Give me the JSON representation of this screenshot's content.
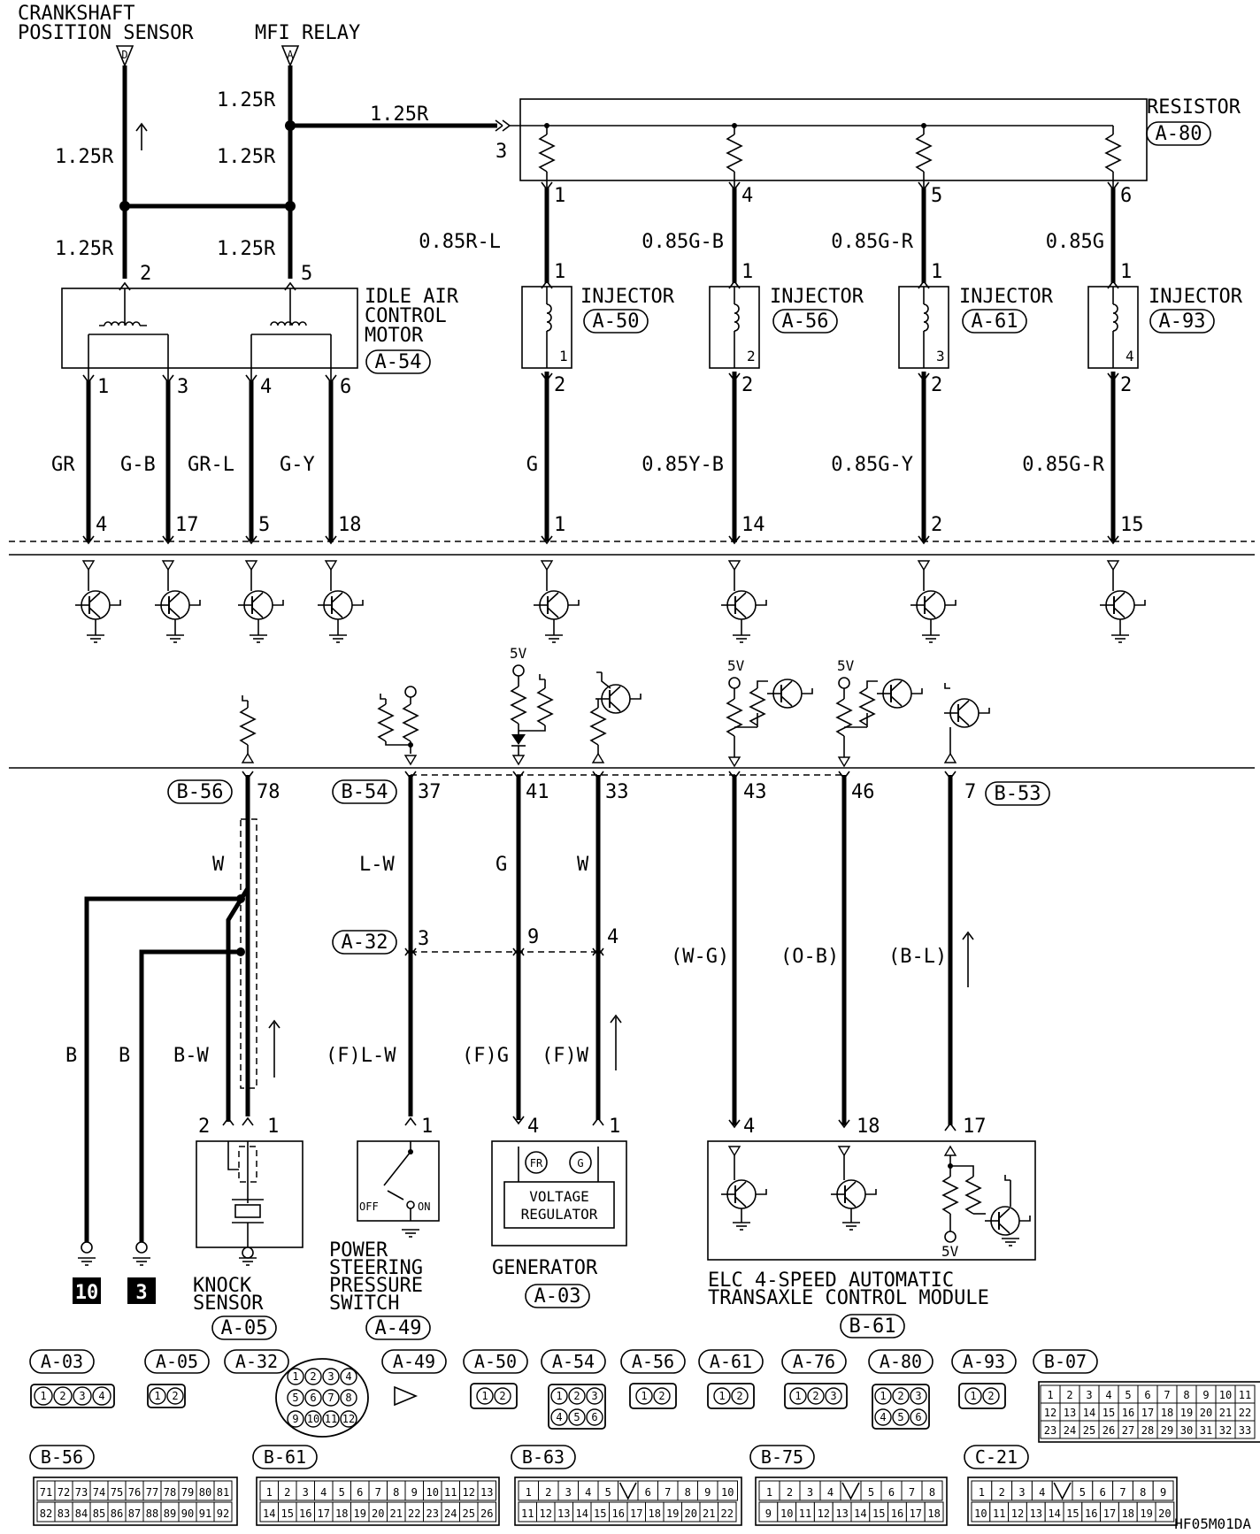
{
  "sources": {
    "crankshaft_line1": "CRANKSHAFT",
    "crankshaft_line2": "POSITION SENSOR",
    "crankshaft_pin": "D",
    "mfi_relay": "MFI RELAY",
    "mfi_pin": "A"
  },
  "top_wires": {
    "w_125r": "1.25R",
    "resistor_in_pin": "3"
  },
  "resistor": {
    "label": "RESISTOR",
    "code": "A-80",
    "pins": [
      "1",
      "4",
      "5",
      "6"
    ]
  },
  "injectors": [
    {
      "label": "INJECTOR",
      "code": "A-50",
      "wire_in": "0.85R-L",
      "num": "1",
      "wire_out": "G",
      "ecm_pin": "1"
    },
    {
      "label": "INJECTOR",
      "code": "A-56",
      "wire_in": "0.85G-B",
      "num": "2",
      "wire_out": "0.85Y-B",
      "ecm_pin": "14"
    },
    {
      "label": "INJECTOR",
      "code": "A-61",
      "wire_in": "0.85G-R",
      "num": "3",
      "wire_out": "0.85G-Y",
      "ecm_pin": "2"
    },
    {
      "label": "INJECTOR",
      "code": "A-93",
      "wire_in": "0.85G",
      "num": "4",
      "wire_out": "0.85G-R",
      "ecm_pin": "15"
    }
  ],
  "injector_pins": {
    "in": "1",
    "out": "2"
  },
  "iac": {
    "line1": "IDLE AIR",
    "line2": "CONTROL",
    "line3": "MOTOR",
    "code": "A-54",
    "top_pins": [
      "2",
      "5"
    ],
    "pins": [
      "1",
      "3",
      "4",
      "6"
    ],
    "wires": [
      "GR",
      "G-B",
      "GR-L",
      "G-Y"
    ],
    "ecm_pins": [
      "4",
      "17",
      "5",
      "18"
    ]
  },
  "lower": {
    "b56": "B-56",
    "b54": "B-54",
    "b53": "B-53",
    "a32": "A-32",
    "pins": [
      "78",
      "37",
      "41",
      "33",
      "43",
      "46",
      "7"
    ],
    "a32_pins": [
      "3",
      "9",
      "4"
    ],
    "wires_top": [
      "W",
      "L-W",
      "G",
      "W"
    ],
    "wires_mid": [
      "(W-G)",
      "(O-B)",
      "(B-L)"
    ],
    "wires_low": [
      "B",
      "B",
      "B-W",
      "(F)L-W",
      "(F)G",
      "(F)W"
    ],
    "v5": "5V"
  },
  "knock": {
    "line1": "KNOCK",
    "line2": "SENSOR",
    "code": "A-05",
    "pins": [
      "2",
      "1"
    ],
    "grounds": [
      "10",
      "3"
    ]
  },
  "pssw": {
    "line1": "POWER",
    "line2": "STEERING",
    "line3": "PRESSURE",
    "line4": "SWITCH",
    "code": "A-49",
    "pin": "1",
    "off": "OFF",
    "on": "ON"
  },
  "generator": {
    "label": "GENERATOR",
    "code": "A-03",
    "pins": [
      "4",
      "1"
    ],
    "fr": "FR",
    "g": "G",
    "vr1": "VOLTAGE",
    "vr2": "REGULATOR"
  },
  "tcm": {
    "line1": "ELC 4-SPEED AUTOMATIC",
    "line2": "TRANSAXLE CONTROL MODULE",
    "code": "B-61",
    "pins": [
      "4",
      "18",
      "17"
    ]
  },
  "connectors": [
    "A-03",
    "A-05",
    "A-32",
    "A-49",
    "A-50",
    "A-54",
    "A-56",
    "A-61",
    "A-76",
    "A-80",
    "A-93",
    "B-07",
    "B-56",
    "B-61",
    "B-63",
    "B-75",
    "C-21"
  ],
  "conn_pins": {
    "a03": [
      "1",
      "2",
      "3",
      "4"
    ],
    "two": [
      "1",
      "2"
    ],
    "three": [
      "1",
      "2",
      "3"
    ],
    "six": [
      "1",
      "2",
      "3",
      "4",
      "5",
      "6"
    ],
    "a32": [
      "1",
      "2",
      "3",
      "4",
      "5",
      "6",
      "7",
      "8",
      "9",
      "10",
      "11",
      "12"
    ],
    "b07_r1": [
      "1",
      "2",
      "3",
      "4",
      "5",
      "6",
      "7",
      "8",
      "9",
      "10",
      "11"
    ],
    "b07_r2": [
      "12",
      "13",
      "14",
      "15",
      "16",
      "17",
      "18",
      "19",
      "20",
      "21",
      "22"
    ],
    "b07_r3": [
      "23",
      "24",
      "25",
      "26",
      "27",
      "28",
      "29",
      "30",
      "31",
      "32",
      "33"
    ],
    "b56_r1": [
      "71",
      "72",
      "73",
      "74",
      "75",
      "76",
      "77",
      "78",
      "79",
      "80",
      "81"
    ],
    "b56_r2": [
      "82",
      "83",
      "84",
      "85",
      "86",
      "87",
      "88",
      "89",
      "90",
      "91",
      "92"
    ],
    "b61_r1": [
      "1",
      "2",
      "3",
      "4",
      "5",
      "6",
      "7",
      "8",
      "9",
      "10",
      "11",
      "12",
      "13"
    ],
    "b61_r2": [
      "14",
      "15",
      "16",
      "17",
      "18",
      "19",
      "20",
      "21",
      "22",
      "23",
      "24",
      "25",
      "26"
    ],
    "b63_r1": [
      "1",
      "2",
      "3",
      "4",
      "5",
      "",
      "6",
      "7",
      "8",
      "9",
      "10"
    ],
    "b63_r2": [
      "11",
      "12",
      "13",
      "14",
      "15",
      "16",
      "17",
      "18",
      "19",
      "20",
      "21",
      "22"
    ],
    "b75_r1": [
      "1",
      "2",
      "3",
      "4",
      "",
      "5",
      "6",
      "7",
      "8"
    ],
    "b75_r2": [
      "9",
      "10",
      "11",
      "12",
      "13",
      "14",
      "15",
      "16",
      "17",
      "18"
    ],
    "c21_r1": [
      "1",
      "2",
      "3",
      "4",
      "",
      "5",
      "6",
      "7",
      "8",
      "9"
    ],
    "c21_r2": [
      "10",
      "11",
      "12",
      "13",
      "14",
      "15",
      "16",
      "17",
      "18",
      "19",
      "20"
    ]
  },
  "footer_code": "HF05M01DA"
}
